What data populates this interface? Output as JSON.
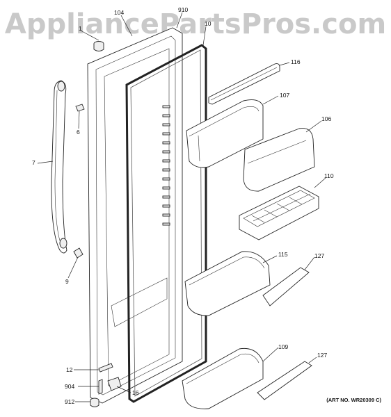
{
  "watermark": "AppliancePartsPros.com",
  "art_no": "(ART NO. WR20309 C)",
  "labels": {
    "l1": "1",
    "l104": "104",
    "l910": "910",
    "l10": "10",
    "l116": "116",
    "l107": "107",
    "l106": "106",
    "l110": "110",
    "l115": "115",
    "l127a": "127",
    "l109": "109",
    "l127b": "127",
    "l6": "6",
    "l7": "7",
    "l9": "9",
    "l12": "12",
    "l904": "904",
    "l912": "912",
    "l16": "16"
  }
}
